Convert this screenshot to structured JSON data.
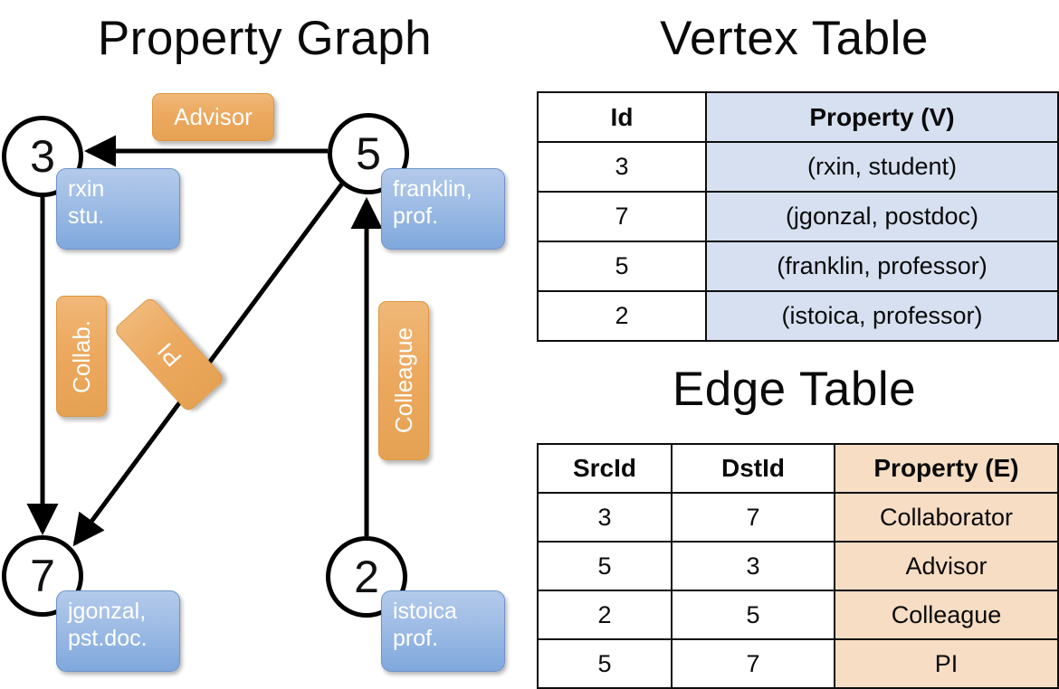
{
  "titles": {
    "property_graph": "Property Graph",
    "vertex_table": "Vertex Table",
    "edge_table": "Edge Table"
  },
  "graph": {
    "nodes": [
      {
        "id": "3",
        "property_lines": [
          "rxin",
          "stu."
        ]
      },
      {
        "id": "5",
        "property_lines": [
          "franklin,",
          "prof."
        ]
      },
      {
        "id": "7",
        "property_lines": [
          "jgonzal,",
          "pst.doc."
        ]
      },
      {
        "id": "2",
        "property_lines": [
          "istoica",
          "prof."
        ]
      }
    ],
    "edge_labels": [
      {
        "name": "advisor",
        "text": "Advisor",
        "orientation": "horizontal"
      },
      {
        "name": "collab",
        "text": "Collab.",
        "orientation": "vertical"
      },
      {
        "name": "pi",
        "text": "PI",
        "orientation": "vertical-rotated"
      },
      {
        "name": "colleague",
        "text": "Colleague",
        "orientation": "vertical"
      }
    ],
    "edges": [
      {
        "from": "5",
        "to": "3",
        "label": "Advisor"
      },
      {
        "from": "3",
        "to": "7",
        "label": "Collab."
      },
      {
        "from": "5",
        "to": "7",
        "label": "PI"
      },
      {
        "from": "2",
        "to": "5",
        "label": "Colleague"
      }
    ]
  },
  "vertex_table": {
    "headers": [
      "Id",
      "Property (V)"
    ],
    "rows": [
      {
        "id": "3",
        "property": "(rxin, student)"
      },
      {
        "id": "7",
        "property": "(jgonzal, postdoc)"
      },
      {
        "id": "5",
        "property": "(franklin, professor)"
      },
      {
        "id": "2",
        "property": "(istoica, professor)"
      }
    ]
  },
  "edge_table": {
    "headers": [
      "SrcId",
      "DstId",
      "Property (E)"
    ],
    "rows": [
      {
        "src": "3",
        "dst": "7",
        "property": "Collaborator"
      },
      {
        "src": "5",
        "dst": "3",
        "property": "Advisor"
      },
      {
        "src": "2",
        "dst": "5",
        "property": "Colleague"
      },
      {
        "src": "5",
        "dst": "7",
        "property": "PI"
      }
    ]
  },
  "colors": {
    "vertex_property_cell": "#d6e0f0",
    "edge_property_cell": "#f6ddc3",
    "node_box_blue": "#a3bfe6",
    "edge_label_orange": "#eca95f",
    "stroke": "#000000"
  }
}
